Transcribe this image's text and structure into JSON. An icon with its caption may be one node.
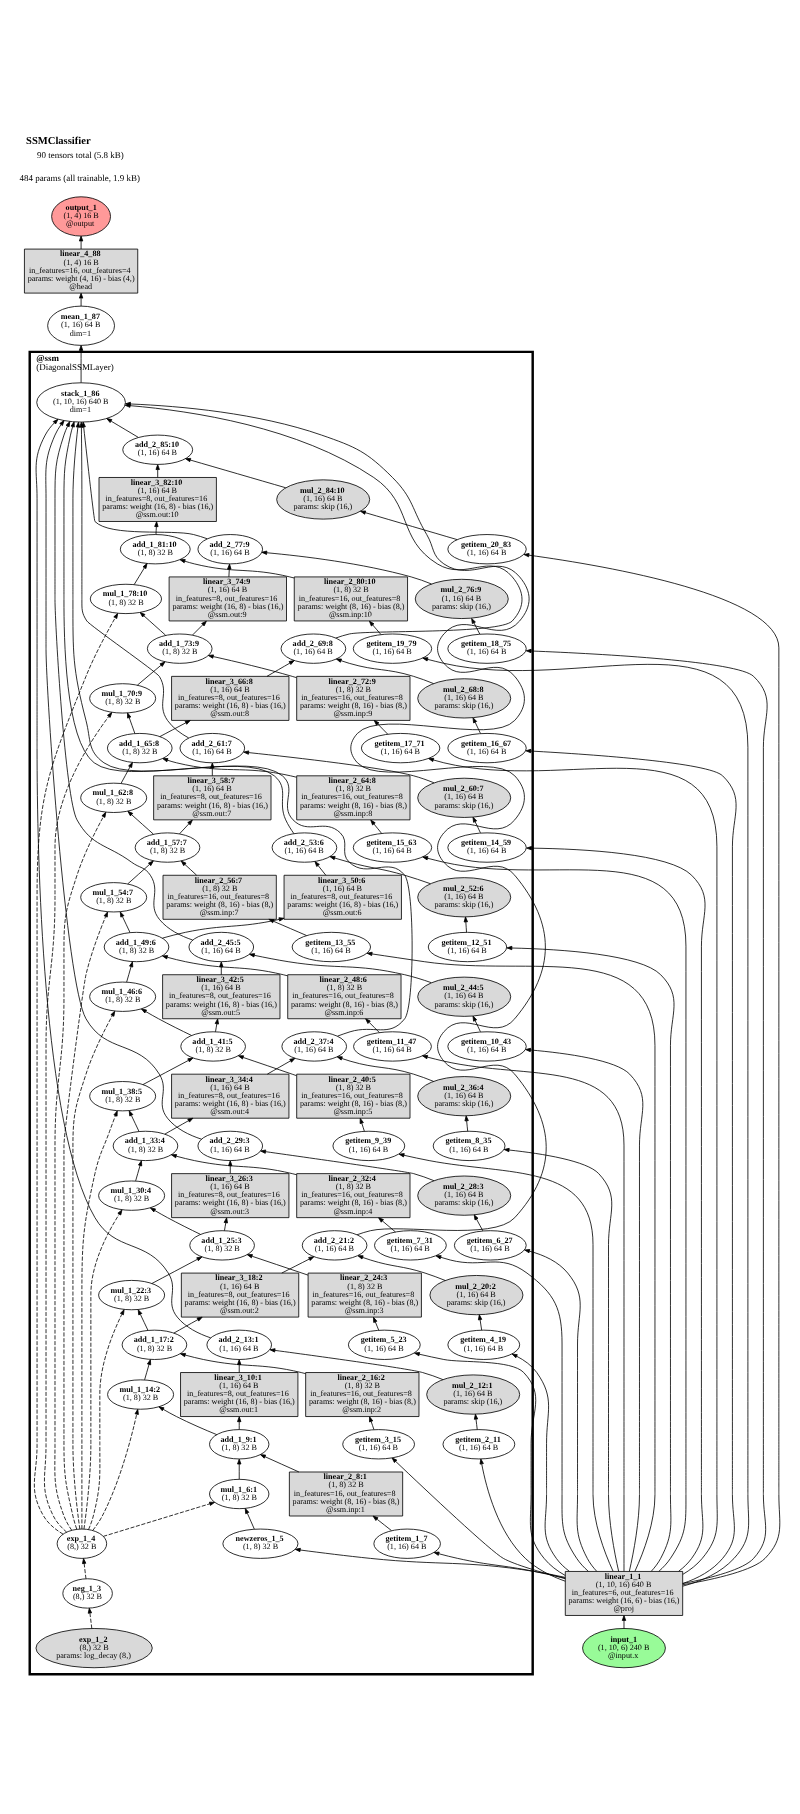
{
  "diagram": {
    "title": "SSMClassifier",
    "nodes": [
      {
        "text": [
          "output_1",
          "(1, 4) 16 B",
          "@output"
        ]
      },
      {
        "text": [
          "linear_4_88",
          "(1, 4) 16 B",
          "in_features=16, out_features=4",
          "params: weight (4, 16) - bias (4,)",
          "@head"
        ]
      },
      {
        "text": [
          "mean_1_87",
          "(1, 16) 64 B",
          "dim=1"
        ]
      },
      {
        "text": [
          "@ssm",
          "(DiagonalSSMLayer)"
        ]
      },
      {
        "text": [
          "stack_1_86",
          "(1, 10, 16) 640 B",
          "dim=1"
        ],
        "in": 3
      },
      {
        "text": [
          "add_2_85:10",
          "(1, 16) 64 B"
        ],
        "in": 3
      },
      {
        "text": [
          "linear_3_82:10",
          "(1, 16) 64 B",
          "in_features=8, out_features=16",
          "params: weight (16, 8) - bias (16,)",
          "@ssm.out:10"
        ],
        "in": 3
      },
      {
        "text": [
          "mul_2_84:10",
          "(1, 16) 64 B",
          "params: skip (16,)"
        ],
        "in": 3
      },
      {
        "text": [
          "getitem_20_83",
          "(1, 16) 64 B"
        ],
        "in": 3
      },
      {
        "text": [
          "add_1_81:10",
          "(1, 8) 32 B"
        ],
        "in": 3
      },
      {
        "text": [
          "linear_2_80:10",
          "(1, 8) 32 B",
          "in_features=16, out_features=8",
          "params: weight (8, 16) - bias (8,)",
          "@ssm.inp:10"
        ],
        "in": 3
      },
      {
        "text": [
          "mul_1_78:10",
          "(1, 8) 32 B"
        ],
        "in": 3
      },
      {
        "text": [
          "getitem_19_79",
          "(1, 16) 64 B"
        ],
        "in": 3
      },
      {
        "text": [
          "add_2_77:9",
          "(1, 16) 64 B"
        ],
        "in": 3
      },
      {
        "text": [
          "linear_3_74:9",
          "(1, 16) 64 B",
          "in_features=8, out_features=16",
          "params: weight (16, 8) - bias (16,)",
          "@ssm.out:9"
        ],
        "in": 3
      },
      {
        "text": [
          "mul_2_76:9",
          "(1, 16) 64 B",
          "params: skip (16,)"
        ],
        "in": 3
      },
      {
        "text": [
          "getitem_18_75",
          "(1, 16) 64 B"
        ],
        "in": 3
      },
      {
        "text": [
          "add_1_73:9",
          "(1, 8) 32 B"
        ],
        "in": 3
      },
      {
        "text": [
          "linear_2_72:9",
          "(1, 8) 32 B",
          "in_features=16, out_features=8",
          "params: weight (8, 16) - bias (8,)",
          "@ssm.inp:9"
        ],
        "in": 3
      },
      {
        "text": [
          "mul_1_70:9",
          "(1, 8) 32 B"
        ],
        "in": 3
      },
      {
        "text": [
          "getitem_17_71",
          "(1, 16) 64 B"
        ],
        "in": 3
      },
      {
        "text": [
          "add_2_69:8",
          "(1, 16) 64 B"
        ],
        "in": 3
      },
      {
        "text": [
          "linear_3_66:8",
          "(1, 16) 64 B",
          "in_features=8, out_features=16",
          "params: weight (16, 8) - bias (16,)",
          "@ssm.out:8"
        ],
        "in": 3
      },
      {
        "text": [
          "mul_2_68:8",
          "(1, 16) 64 B",
          "params: skip (16,)"
        ],
        "in": 3
      },
      {
        "text": [
          "getitem_16_67",
          "(1, 16) 64 B"
        ],
        "in": 3
      },
      {
        "text": [
          "add_1_65:8",
          "(1, 8) 32 B"
        ],
        "in": 3
      },
      {
        "text": [
          "linear_2_64:8",
          "(1, 8) 32 B",
          "in_features=16, out_features=8",
          "params: weight (8, 16) - bias (8,)",
          "@ssm.inp:8"
        ],
        "in": 3
      },
      {
        "text": [
          "mul_1_62:8",
          "(1, 8) 32 B"
        ],
        "in": 3
      },
      {
        "text": [
          "getitem_15_63",
          "(1, 16) 64 B"
        ],
        "in": 3
      },
      {
        "text": [
          "add_2_61:7",
          "(1, 16) 64 B"
        ],
        "in": 3
      },
      {
        "text": [
          "linear_3_58:7",
          "(1, 16) 64 B",
          "in_features=8, out_features=16",
          "params: weight (16, 8) - bias (16,)",
          "@ssm.out:7"
        ],
        "in": 3
      },
      {
        "text": [
          "mul_2_60:7",
          "(1, 16) 64 B",
          "params: skip (16,)"
        ],
        "in": 3
      },
      {
        "text": [
          "getitem_14_59",
          "(1, 16) 64 B"
        ],
        "in": 3
      },
      {
        "text": [
          "add_1_57:7",
          "(1, 8) 32 B"
        ],
        "in": 3
      },
      {
        "text": [
          "linear_2_56:7",
          "(1, 8) 32 B",
          "in_features=16, out_features=8",
          "params: weight (8, 16) - bias (8,)",
          "@ssm.inp:7"
        ],
        "in": 3
      },
      {
        "text": [
          "mul_1_54:7",
          "(1, 8) 32 B"
        ],
        "in": 3
      },
      {
        "text": [
          "getitem_13_55",
          "(1, 16) 64 B"
        ],
        "in": 3
      },
      {
        "text": [
          "add_2_53:6",
          "(1, 16) 64 B"
        ],
        "in": 3
      },
      {
        "text": [
          "linear_3_50:6",
          "(1, 16) 64 B",
          "in_features=8, out_features=16",
          "params: weight (16, 8) - bias (16,)",
          "@ssm.out:6"
        ],
        "in": 3
      },
      {
        "text": [
          "mul_2_52:6",
          "(1, 16) 64 B",
          "params: skip (16,)"
        ],
        "in": 3
      },
      {
        "text": [
          "getitem_12_51",
          "(1, 16) 64 B"
        ],
        "in": 3
      },
      {
        "text": [
          "add_1_49:6",
          "(1, 8) 32 B"
        ],
        "in": 3
      },
      {
        "text": [
          "linear_2_48:6",
          "(1, 8) 32 B",
          "in_features=16, out_features=8",
          "params: weight (8, 16) - bias (8,)",
          "@ssm.inp:6"
        ],
        "in": 3
      },
      {
        "text": [
          "mul_1_46:6",
          "(1, 8) 32 B"
        ],
        "in": 3
      },
      {
        "text": [
          "getitem_11_47",
          "(1, 16) 64 B"
        ],
        "in": 3
      },
      {
        "text": [
          "add_2_45:5",
          "(1, 16) 64 B"
        ],
        "in": 3
      },
      {
        "text": [
          "linear_3_42:5",
          "(1, 16) 64 B",
          "in_features=8, out_features=16",
          "params: weight (16, 8) - bias (16,)",
          "@ssm.out:5"
        ],
        "in": 3
      },
      {
        "text": [
          "mul_2_44:5",
          "(1, 16) 64 B",
          "params: skip (16,)"
        ],
        "in": 3
      },
      {
        "text": [
          "getitem_10_43",
          "(1, 16) 64 B"
        ],
        "in": 3
      },
      {
        "text": [
          "add_1_41:5",
          "(1, 8) 32 B"
        ],
        "in": 3
      },
      {
        "text": [
          "linear_2_40:5",
          "(1, 8) 32 B",
          "in_features=16, out_features=8",
          "params: weight (8, 16) - bias (8,)",
          "@ssm.inp:5"
        ],
        "in": 3
      },
      {
        "text": [
          "mul_1_38:5",
          "(1, 8) 32 B"
        ],
        "in": 3
      },
      {
        "text": [
          "getitem_9_39",
          "(1, 16) 64 B"
        ],
        "in": 3
      },
      {
        "text": [
          "add_2_37:4",
          "(1, 16) 64 B"
        ],
        "in": 3
      },
      {
        "text": [
          "linear_3_34:4",
          "(1, 16) 64 B",
          "in_features=8, out_features=16",
          "params: weight (16, 8) - bias (16,)",
          "@ssm.out:4"
        ],
        "in": 3
      },
      {
        "text": [
          "mul_2_36:4",
          "(1, 16) 64 B",
          "params: skip (16,)"
        ],
        "in": 3
      },
      {
        "text": [
          "getitem_8_35",
          "(1, 16) 64 B"
        ],
        "in": 3
      },
      {
        "text": [
          "add_1_33:4",
          "(1, 8) 32 B"
        ],
        "in": 3
      },
      {
        "text": [
          "linear_2_32:4",
          "(1, 8) 32 B",
          "in_features=16, out_features=8",
          "params: weight (8, 16) - bias (8,)",
          "@ssm.inp:4"
        ],
        "in": 3
      },
      {
        "text": [
          "mul_1_30:4",
          "(1, 8) 32 B"
        ],
        "in": 3
      },
      {
        "text": [
          "getitem_7_31",
          "(1, 16) 64 B"
        ],
        "in": 3
      },
      {
        "text": [
          "add_2_29:3",
          "(1, 16) 64 B"
        ],
        "in": 3
      },
      {
        "text": [
          "linear_3_26:3",
          "(1, 16) 64 B",
          "in_features=8, out_features=16",
          "params: weight (16, 8) - bias (16,)",
          "@ssm.out:3"
        ],
        "in": 3
      },
      {
        "text": [
          "mul_2_28:3",
          "(1, 16) 64 B",
          "params: skip (16,)"
        ],
        "in": 3
      },
      {
        "text": [
          "getitem_6_27",
          "(1, 16) 64 B"
        ],
        "in": 3
      },
      {
        "text": [
          "add_1_25:3",
          "(1, 8) 32 B"
        ],
        "in": 3
      },
      {
        "text": [
          "linear_2_24:3",
          "(1, 8) 32 B",
          "in_features=16, out_features=8",
          "params: weight (8, 16) - bias (8,)",
          "@ssm.inp:3"
        ],
        "in": 3
      },
      {
        "text": [
          "mul_1_22:3",
          "(1, 8) 32 B"
        ],
        "in": 3
      },
      {
        "text": [
          "getitem_5_23",
          "(1, 16) 64 B"
        ],
        "in": 3
      },
      {
        "text": [
          "add_2_21:2",
          "(1, 16) 64 B"
        ],
        "in": 3
      },
      {
        "text": [
          "linear_3_18:2",
          "(1, 16) 64 B",
          "in_features=8, out_features=16",
          "params: weight (16, 8) - bias (16,)",
          "@ssm.out:2"
        ],
        "in": 3
      },
      {
        "text": [
          "mul_2_20:2",
          "(1, 16) 64 B",
          "params: skip (16,)"
        ],
        "in": 3
      },
      {
        "text": [
          "getitem_4_19",
          "(1, 16) 64 B"
        ],
        "in": 3
      },
      {
        "text": [
          "add_1_17:2",
          "(1, 8) 32 B"
        ],
        "in": 3
      },
      {
        "text": [
          "linear_2_16:2",
          "(1, 8) 32 B",
          "in_features=16, out_features=8",
          "params: weight (8, 16) - bias (8,)",
          "@ssm.inp:2"
        ],
        "in": 3
      },
      {
        "text": [
          "mul_1_14:2",
          "(1, 8) 32 B"
        ],
        "in": 3
      },
      {
        "text": [
          "getitem_3_15",
          "(1, 16) 64 B"
        ],
        "in": 3
      },
      {
        "text": [
          "add_2_13:1",
          "(1, 16) 64 B"
        ],
        "in": 3
      },
      {
        "text": [
          "linear_3_10:1",
          "(1, 16) 64 B",
          "in_features=8, out_features=16",
          "params: weight (16, 8) - bias (16,)",
          "@ssm.out:1"
        ],
        "in": 3
      },
      {
        "text": [
          "mul_2_12:1",
          "(1, 16) 64 B",
          "params: skip (16,)"
        ],
        "in": 3
      },
      {
        "text": [
          "getitem_2_11",
          "(1, 16) 64 B"
        ],
        "in": 3
      },
      {
        "text": [
          "add_1_9:1",
          "(1, 8) 32 B"
        ],
        "in": 3
      },
      {
        "text": [
          "linear_2_8:1",
          "(1, 8) 32 B",
          "in_features=16, out_features=8",
          "params: weight (8, 16) - bias (8,)",
          "@ssm.inp:1"
        ],
        "in": 3
      },
      {
        "text": [
          "mul_1_6:1",
          "(1, 8) 32 B"
        ],
        "in": 3
      },
      {
        "text": [
          "getitem_1_7",
          "(1, 16) 64 B"
        ],
        "in": 3
      },
      {
        "text": [
          "exp_1_4",
          "(8,) 32 B"
        ],
        "in": 3
      },
      {
        "text": [
          "neg_1_3",
          "(8,) 32 B"
        ],
        "in": 3
      },
      {
        "text": [
          "exp_1_2",
          "(8,) 32 B",
          "params: log_decay (8,)"
        ],
        "in": 3
      },
      {
        "text": [
          "newzeros_1_5",
          "(1, 8) 32 B"
        ],
        "in": 3
      },
      {
        "text": [
          "linear_1_1",
          "(1, 10, 16) 640 B",
          "in_features=6, out_features=16",
          "params: weight (16, 6) - bias (16,)",
          "@proj"
        ]
      },
      {
        "text": [
          "input_1",
          "(1, 10, 6) 240 B",
          "@input.x"
        ]
      }
    ],
    "edges": [
      {
        "from": 90,
        "to": 89,
        "arrow": "to"
      },
      {
        "from": 89,
        "to": 88,
        "arrow": "to"
      },
      {
        "from": 89,
        "to": 84,
        "arrow": "to"
      },
      {
        "from": 89,
        "to": 80,
        "arrow": "to"
      },
      {
        "from": 89,
        "to": 76,
        "arrow": "to"
      },
      {
        "from": 89,
        "to": 72,
        "arrow": "to"
      },
      {
        "from": 89,
        "to": 68,
        "arrow": "to"
      },
      {
        "from": 89,
        "to": 64,
        "arrow": "to"
      },
      {
        "from": 89,
        "to": 60,
        "arrow": "to"
      },
      {
        "from": 89,
        "to": 56,
        "arrow": "to"
      },
      {
        "from": 89,
        "to": 52,
        "arrow": "to"
      },
      {
        "from": 89,
        "to": 48,
        "arrow": "to"
      },
      {
        "from": 89,
        "to": 44,
        "arrow": "to"
      },
      {
        "from": 89,
        "to": 40,
        "arrow": "to"
      },
      {
        "from": 89,
        "to": 36,
        "arrow": "to"
      },
      {
        "from": 89,
        "to": 32,
        "arrow": "to"
      },
      {
        "from": 89,
        "to": 28,
        "arrow": "to"
      },
      {
        "from": 89,
        "to": 24,
        "arrow": "to"
      },
      {
        "from": 89,
        "to": 20,
        "arrow": "to"
      },
      {
        "from": 89,
        "to": 16,
        "arrow": "to"
      },
      {
        "from": 89,
        "to": 12,
        "arrow": "to"
      },
      {
        "from": 89,
        "to": 8,
        "arrow": "to"
      },
      {
        "from": 87,
        "to": 86,
        "arrow": "to",
        "style": "dashed"
      },
      {
        "from": 86,
        "to": 85,
        "arrow": "to",
        "style": "dashed"
      },
      {
        "from": 85,
        "to": 83,
        "arrow": "to",
        "style": "dashed"
      },
      {
        "from": 85,
        "to": 75,
        "arrow": "to",
        "style": "dashed"
      },
      {
        "from": 85,
        "to": 67,
        "arrow": "to",
        "style": "dashed"
      },
      {
        "from": 85,
        "to": 59,
        "arrow": "to",
        "style": "dashed"
      },
      {
        "from": 85,
        "to": 51,
        "arrow": "to",
        "style": "dashed"
      },
      {
        "from": 85,
        "to": 43,
        "arrow": "to",
        "style": "dashed"
      },
      {
        "from": 85,
        "to": 35,
        "arrow": "to",
        "style": "dashed"
      },
      {
        "from": 85,
        "to": 27,
        "arrow": "to",
        "style": "dashed"
      },
      {
        "from": 85,
        "to": 19,
        "arrow": "to",
        "style": "dashed"
      },
      {
        "from": 85,
        "to": 11,
        "arrow": "to",
        "style": "dashed"
      },
      {
        "from": 88,
        "to": 83,
        "arrow": "to"
      },
      {
        "from": 84,
        "to": 82,
        "arrow": "to"
      },
      {
        "from": 83,
        "to": 81,
        "arrow": "to"
      },
      {
        "from": 82,
        "to": 81,
        "arrow": "to"
      },
      {
        "from": 81,
        "to": 78,
        "arrow": "to"
      },
      {
        "from": 81,
        "to": 75,
        "arrow": "to"
      },
      {
        "from": 80,
        "to": 79,
        "arrow": "to"
      },
      {
        "from": 78,
        "to": 77,
        "arrow": "to"
      },
      {
        "from": 79,
        "to": 77,
        "arrow": "to"
      },
      {
        "from": 77,
        "to": 4,
        "arrow": "to"
      },
      {
        "from": 76,
        "to": 74,
        "arrow": "to"
      },
      {
        "from": 75,
        "to": 73,
        "arrow": "to"
      },
      {
        "from": 74,
        "to": 73,
        "arrow": "to"
      },
      {
        "from": 73,
        "to": 70,
        "arrow": "to"
      },
      {
        "from": 73,
        "to": 67,
        "arrow": "to"
      },
      {
        "from": 72,
        "to": 71,
        "arrow": "to"
      },
      {
        "from": 70,
        "to": 69,
        "arrow": "to"
      },
      {
        "from": 71,
        "to": 69,
        "arrow": "to"
      },
      {
        "from": 69,
        "to": 4,
        "arrow": "to"
      },
      {
        "from": 68,
        "to": 66,
        "arrow": "to"
      },
      {
        "from": 67,
        "to": 65,
        "arrow": "to"
      },
      {
        "from": 66,
        "to": 65,
        "arrow": "to"
      },
      {
        "from": 65,
        "to": 62,
        "arrow": "to"
      },
      {
        "from": 65,
        "to": 59,
        "arrow": "to"
      },
      {
        "from": 64,
        "to": 63,
        "arrow": "to"
      },
      {
        "from": 62,
        "to": 61,
        "arrow": "to"
      },
      {
        "from": 63,
        "to": 61,
        "arrow": "to"
      },
      {
        "from": 61,
        "to": 4,
        "arrow": "to"
      },
      {
        "from": 60,
        "to": 58,
        "arrow": "to"
      },
      {
        "from": 59,
        "to": 57,
        "arrow": "to"
      },
      {
        "from": 58,
        "to": 57,
        "arrow": "to"
      },
      {
        "from": 57,
        "to": 54,
        "arrow": "to"
      },
      {
        "from": 57,
        "to": 51,
        "arrow": "to"
      },
      {
        "from": 56,
        "to": 55,
        "arrow": "to"
      },
      {
        "from": 54,
        "to": 53,
        "arrow": "to"
      },
      {
        "from": 55,
        "to": 53,
        "arrow": "to"
      },
      {
        "from": 53,
        "to": 4,
        "arrow": "to"
      },
      {
        "from": 52,
        "to": 50,
        "arrow": "to"
      },
      {
        "from": 51,
        "to": 49,
        "arrow": "to"
      },
      {
        "from": 50,
        "to": 49,
        "arrow": "to"
      },
      {
        "from": 49,
        "to": 46,
        "arrow": "to"
      },
      {
        "from": 49,
        "to": 43,
        "arrow": "to"
      },
      {
        "from": 48,
        "to": 47,
        "arrow": "to"
      },
      {
        "from": 46,
        "to": 45,
        "arrow": "to"
      },
      {
        "from": 47,
        "to": 45,
        "arrow": "to"
      },
      {
        "from": 45,
        "to": 4,
        "arrow": "to"
      },
      {
        "from": 44,
        "to": 42,
        "arrow": "to"
      },
      {
        "from": 43,
        "to": 41,
        "arrow": "to"
      },
      {
        "from": 42,
        "to": 41,
        "arrow": "to"
      },
      {
        "from": 41,
        "to": 38,
        "arrow": "to"
      },
      {
        "from": 41,
        "to": 35,
        "arrow": "to"
      },
      {
        "from": 40,
        "to": 39,
        "arrow": "to"
      },
      {
        "from": 38,
        "to": 37,
        "arrow": "to"
      },
      {
        "from": 39,
        "to": 37,
        "arrow": "to"
      },
      {
        "from": 37,
        "to": 4,
        "arrow": "to"
      },
      {
        "from": 36,
        "to": 34,
        "arrow": "to"
      },
      {
        "from": 35,
        "to": 33,
        "arrow": "to"
      },
      {
        "from": 34,
        "to": 33,
        "arrow": "to"
      },
      {
        "from": 33,
        "to": 30,
        "arrow": "to"
      },
      {
        "from": 33,
        "to": 27,
        "arrow": "to"
      },
      {
        "from": 32,
        "to": 31,
        "arrow": "to"
      },
      {
        "from": 30,
        "to": 29,
        "arrow": "to"
      },
      {
        "from": 31,
        "to": 29,
        "arrow": "to"
      },
      {
        "from": 29,
        "to": 4,
        "arrow": "to"
      },
      {
        "from": 28,
        "to": 26,
        "arrow": "to"
      },
      {
        "from": 27,
        "to": 25,
        "arrow": "to"
      },
      {
        "from": 26,
        "to": 25,
        "arrow": "to"
      },
      {
        "from": 25,
        "to": 22,
        "arrow": "to"
      },
      {
        "from": 25,
        "to": 19,
        "arrow": "to"
      },
      {
        "from": 24,
        "to": 23,
        "arrow": "to"
      },
      {
        "from": 22,
        "to": 21,
        "arrow": "to"
      },
      {
        "from": 23,
        "to": 21,
        "arrow": "to"
      },
      {
        "from": 21,
        "to": 4,
        "arrow": "to"
      },
      {
        "from": 20,
        "to": 18,
        "arrow": "to"
      },
      {
        "from": 19,
        "to": 17,
        "arrow": "to"
      },
      {
        "from": 18,
        "to": 17,
        "arrow": "to"
      },
      {
        "from": 17,
        "to": 14,
        "arrow": "to"
      },
      {
        "from": 17,
        "to": 11,
        "arrow": "to"
      },
      {
        "from": 16,
        "to": 15,
        "arrow": "to"
      },
      {
        "from": 14,
        "to": 13,
        "arrow": "to"
      },
      {
        "from": 15,
        "to": 13,
        "arrow": "to"
      },
      {
        "from": 13,
        "to": 4,
        "arrow": "to"
      },
      {
        "from": 12,
        "to": 10,
        "arrow": "to"
      },
      {
        "from": 11,
        "to": 9,
        "arrow": "to"
      },
      {
        "from": 10,
        "to": 9,
        "arrow": "to"
      },
      {
        "from": 9,
        "to": 6,
        "arrow": "to"
      },
      {
        "from": 8,
        "to": 7,
        "arrow": "to"
      },
      {
        "from": 6,
        "to": 5,
        "arrow": "to"
      },
      {
        "from": 7,
        "to": 5,
        "arrow": "to"
      },
      {
        "from": 5,
        "to": 4,
        "arrow": "to"
      },
      {
        "from": 4,
        "to": 2,
        "arrow": "to"
      },
      {
        "from": 2,
        "to": 1,
        "arrow": "to"
      },
      {
        "from": 1,
        "to": 0,
        "arrow": "to"
      }
    ],
    "labels": [
      "90 tensors total (5.8 kB)",
      "484 params (all trainable, 1.9 kB)"
    ]
  }
}
